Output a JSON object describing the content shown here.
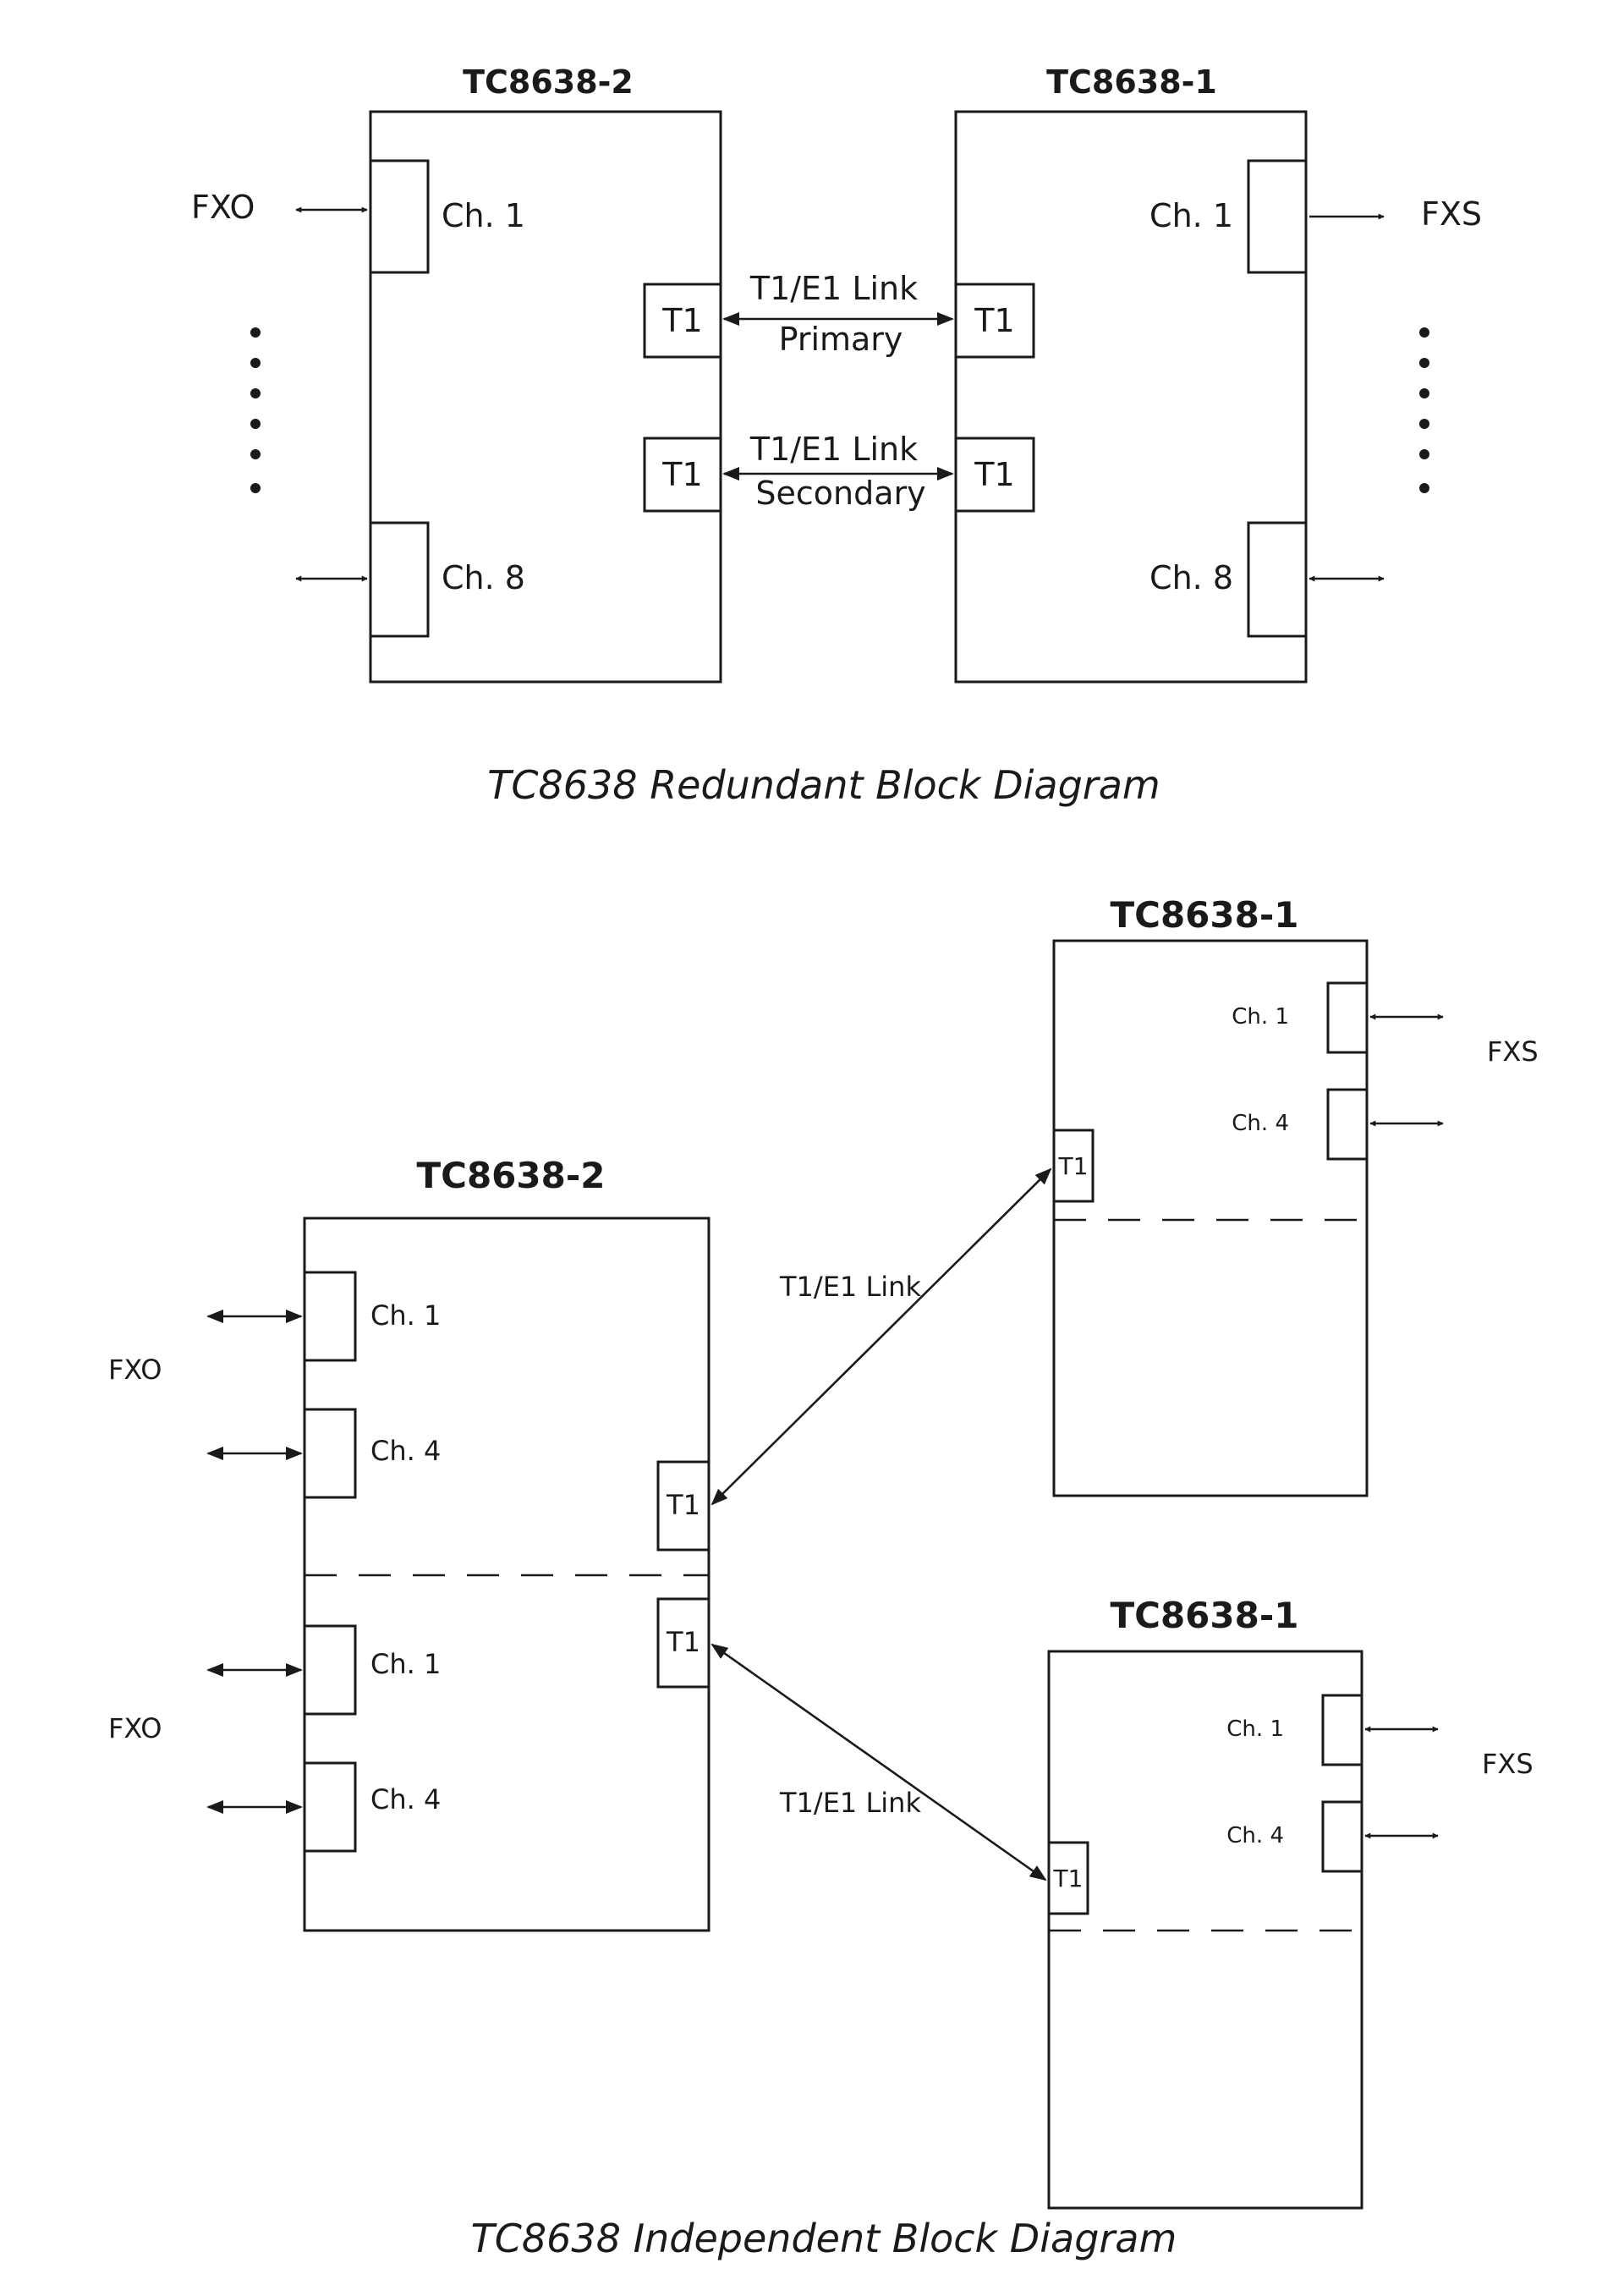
{
  "redundant": {
    "caption": "TC8638 Redundant Block Diagram",
    "left_unit": {
      "title": "TC8638-2",
      "ch1": "Ch. 1",
      "ch8": "Ch. 8",
      "t1_a": "T1",
      "t1_b": "T1"
    },
    "right_unit": {
      "title": "TC8638-1",
      "ch1": "Ch. 1",
      "ch8": "Ch. 8",
      "t1_a": "T1",
      "t1_b": "T1"
    },
    "primary_link": {
      "label": "T1/E1 Link",
      "sub": "Primary"
    },
    "secondary_link": {
      "label": "T1/E1 Link",
      "sub": "Secondary"
    },
    "left_side_label": "FXO",
    "right_side_label": "FXS"
  },
  "independent": {
    "caption": "TC8638 Independent Block Diagram",
    "center_unit": {
      "title": "TC8638-2",
      "ch1_a": "Ch. 1",
      "ch4_a": "Ch. 4",
      "ch1_b": "Ch. 1",
      "ch4_b": "Ch. 4",
      "t1_a": "T1",
      "t1_b": "T1"
    },
    "top_unit": {
      "title": "TC8638-1",
      "ch1": "Ch. 1",
      "ch4": "Ch. 4",
      "t1": "T1"
    },
    "bottom_unit": {
      "title": "TC8638-1",
      "ch1": "Ch. 1",
      "ch4": "Ch. 4",
      "t1": "T1"
    },
    "link_upper": "T1/E1 Link",
    "link_lower": "T1/E1 Link",
    "fxo_upper": "FXO",
    "fxo_lower": "FXO",
    "fxs_upper": "FXS",
    "fxs_lower": "FXS"
  }
}
